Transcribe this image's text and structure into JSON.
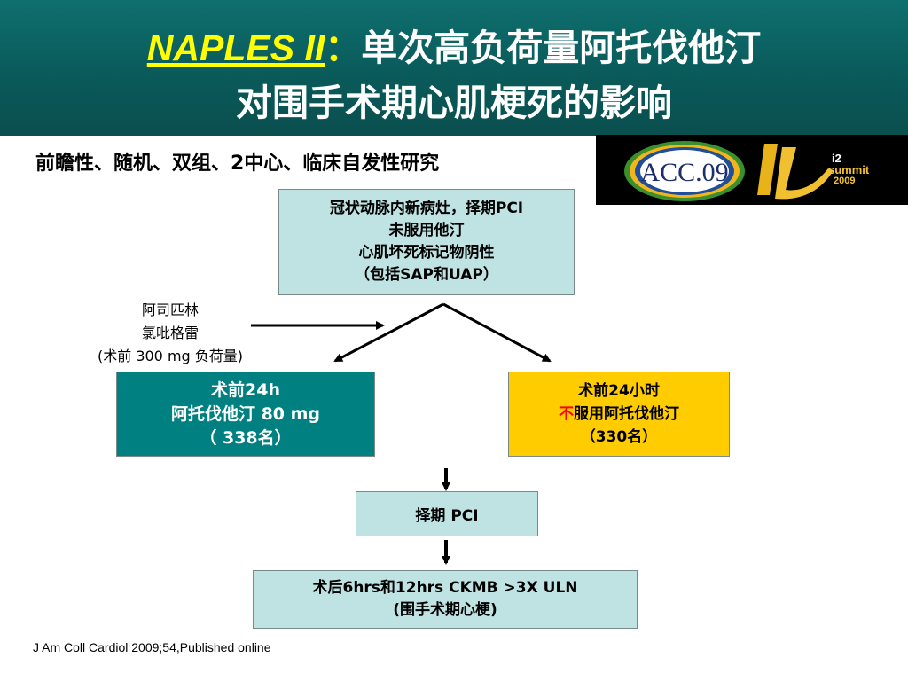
{
  "title": {
    "study_name": "NAPLES II",
    "colon": "：",
    "line1_rest": "单次高负荷量阿托伐他汀",
    "line2": "对围手术期心肌梗死的影响"
  },
  "subtitle": "前瞻性、随机、双组、2中心、临床自发性研究",
  "logos": {
    "acc_text": "ACC.09",
    "i2_top": "i2",
    "i2_summit": "summit",
    "i2_year": "2009"
  },
  "criteria_box": {
    "lines": [
      "冠状动脉内新病灶，择期PCI",
      "未服用他汀",
      "心肌坏死标记物阴性",
      "（包括SAP和UAP）"
    ]
  },
  "aspirin_label": {
    "lines": [
      "阿司匹林",
      "氯吡格雷",
      "(术前 300 mg 负荷量)"
    ]
  },
  "treatment_box": {
    "lines": [
      "术前24h",
      "阿托伐他汀 80 mg",
      "（ 338名）"
    ]
  },
  "control_box": {
    "line1": "术前24小时",
    "line2_red": "不",
    "line2_rest": "服用阿托伐他汀",
    "line3": "（330名）"
  },
  "pci_box": {
    "label": "择期 PCI"
  },
  "outcome_box": {
    "lines": [
      "术后6hrs和12hrs CKMB >3X ULN",
      "(围手术期心梗)"
    ]
  },
  "citation": "J Am Coll Cardiol 2009;54,Published online",
  "colors": {
    "header_teal": "#0b5f5f",
    "title_yellow": "#ffff00",
    "box_light": "#bfe2e2",
    "box_teal": "#008080",
    "box_yellow": "#ffcc00",
    "emphasis_red": "#ff0000"
  }
}
